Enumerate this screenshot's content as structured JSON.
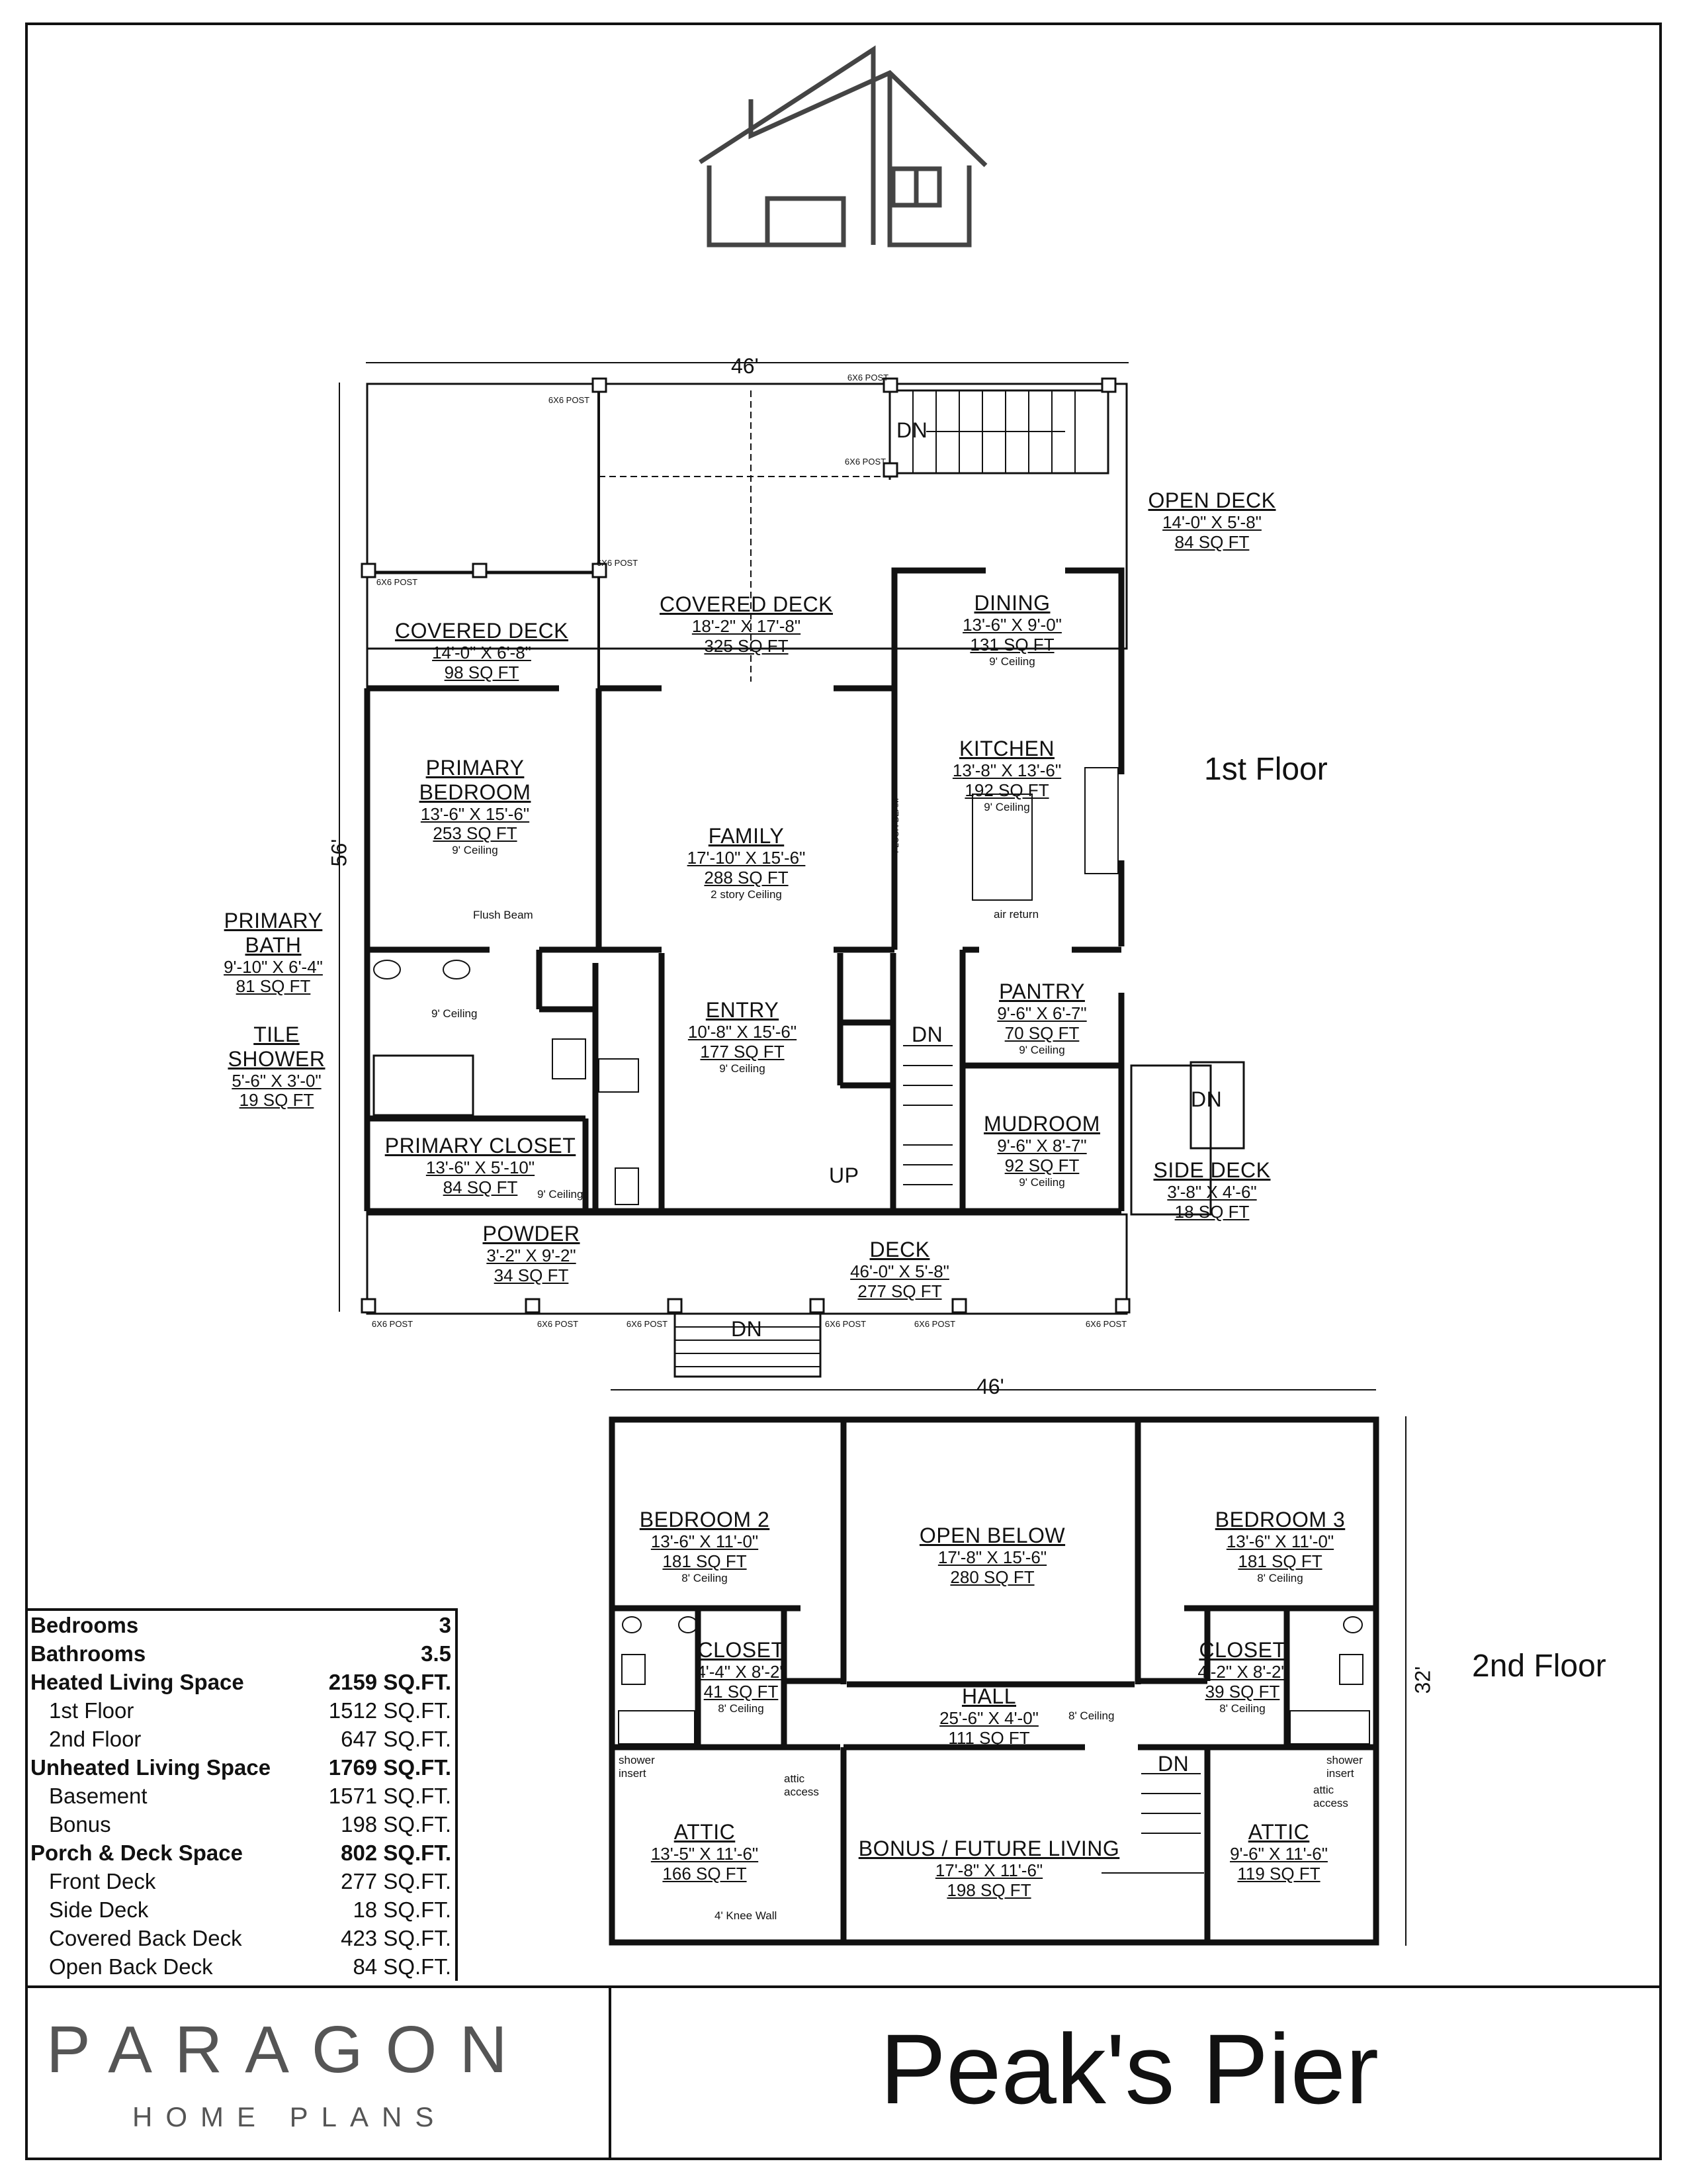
{
  "floor_labels": {
    "first": "1st Floor",
    "second": "2nd Floor"
  },
  "dimensions": {
    "first_width": "46'",
    "first_depth": "56'",
    "second_width": "46'",
    "second_depth": "32'"
  },
  "rooms_first": [
    {
      "id": "covered-deck-left",
      "name": "COVERED DECK",
      "dims": "14'-0\" X 6'-8\"",
      "sqft": "98 SQ FT",
      "ceiling": ""
    },
    {
      "id": "covered-deck-center",
      "name": "COVERED DECK",
      "dims": "18'-2\" X 17'-8\"",
      "sqft": "325 SQ FT",
      "ceiling": ""
    },
    {
      "id": "open-deck",
      "name": "OPEN DECK",
      "dims": "14'-0\" X 5'-8\"",
      "sqft": "84 SQ FT",
      "ceiling": ""
    },
    {
      "id": "dining",
      "name": "DINING",
      "dims": "13'-6\" X 9'-0\"",
      "sqft": "131 SQ FT",
      "ceiling": "9' Ceiling"
    },
    {
      "id": "kitchen",
      "name": "KITCHEN",
      "dims": "13'-8\" X 13'-6\"",
      "sqft": "192 SQ FT",
      "ceiling": "9' Ceiling"
    },
    {
      "id": "primary-bedroom",
      "name": "PRIMARY BEDROOM",
      "dims": "13'-6\" X 15'-6\"",
      "sqft": "253 SQ FT",
      "ceiling": "9' Ceiling"
    },
    {
      "id": "family",
      "name": "FAMILY",
      "dims": "17'-10\" X 15'-6\"",
      "sqft": "288 SQ FT",
      "ceiling": "2 story Ceiling"
    },
    {
      "id": "primary-bath",
      "name": "PRIMARY BATH",
      "dims": "9'-10\" X 6'-4\"",
      "sqft": "81 SQ FT",
      "ceiling": "9' Ceiling"
    },
    {
      "id": "tile-shower",
      "name": "TILE SHOWER",
      "dims": "5'-6\" X 3'-0\"",
      "sqft": "19 SQ FT",
      "ceiling": ""
    },
    {
      "id": "entry",
      "name": "ENTRY",
      "dims": "10'-8\" X 15'-6\"",
      "sqft": "177 SQ FT",
      "ceiling": "9' Ceiling"
    },
    {
      "id": "pantry",
      "name": "PANTRY",
      "dims": "9'-6\" X 6'-7\"",
      "sqft": "70 SQ FT",
      "ceiling": "9' Ceiling"
    },
    {
      "id": "mudroom",
      "name": "MUDROOM",
      "dims": "9'-6\" X 8'-7\"",
      "sqft": "92 SQ FT",
      "ceiling": "9' Ceiling"
    },
    {
      "id": "primary-closet",
      "name": "PRIMARY CLOSET",
      "dims": "13'-6\" X 5'-10\"",
      "sqft": "84 SQ FT",
      "ceiling": "9' Ceiling"
    },
    {
      "id": "powder",
      "name": "POWDER",
      "dims": "3'-2\" X 9'-2\"",
      "sqft": "34 SQ FT",
      "ceiling": ""
    },
    {
      "id": "deck",
      "name": "DECK",
      "dims": "46'-0\" X 5'-8\"",
      "sqft": "277 SQ FT",
      "ceiling": ""
    },
    {
      "id": "side-deck",
      "name": "SIDE DECK",
      "dims": "3'-8\" X 4'-6\"",
      "sqft": "18 SQ FT",
      "ceiling": ""
    }
  ],
  "rooms_second": [
    {
      "id": "bedroom-2",
      "name": "BEDROOM 2",
      "dims": "13'-6\" X 11'-0\"",
      "sqft": "181 SQ FT",
      "ceiling": "8' Ceiling"
    },
    {
      "id": "open-below",
      "name": "OPEN BELOW",
      "dims": "17'-8\" X 15'-6\"",
      "sqft": "280 SQ FT",
      "ceiling": ""
    },
    {
      "id": "bedroom-3",
      "name": "BEDROOM 3",
      "dims": "13'-6\" X 11'-0\"",
      "sqft": "181 SQ FT",
      "ceiling": "8' Ceiling"
    },
    {
      "id": "closet-left",
      "name": "CLOSET",
      "dims": "4'-4\" X 8'-2\"",
      "sqft": "41 SQ FT",
      "ceiling": "8' Ceiling"
    },
    {
      "id": "hall",
      "name": "HALL",
      "dims": "25'-6\" X 4'-0\"",
      "sqft": "111 SQ FT",
      "ceiling": "8' Ceiling"
    },
    {
      "id": "closet-right",
      "name": "CLOSET",
      "dims": "4'-2\" X 8'-2\"",
      "sqft": "39 SQ FT",
      "ceiling": "8' Ceiling"
    },
    {
      "id": "attic-left",
      "name": "ATTIC",
      "dims": "13'-5\" X 11'-6\"",
      "sqft": "166 SQ FT",
      "ceiling": ""
    },
    {
      "id": "bonus",
      "name": "BONUS / FUTURE LIVING",
      "dims": "17'-8\" X 11'-6\"",
      "sqft": "198 SQ FT",
      "ceiling": ""
    },
    {
      "id": "attic-right",
      "name": "ATTIC",
      "dims": "9'-6\" X 11'-6\"",
      "sqft": "119 SQ FT",
      "ceiling": ""
    }
  ],
  "annotations": {
    "dn": "DN",
    "up": "UP",
    "post": "6X6 POST",
    "flush_beam": "Flush Beam",
    "flush_beam_v": "FLUSH BEAM",
    "air_return": "air return",
    "shower_insert": "shower insert",
    "attic_access": "attic access",
    "knee_wall": "4' Knee Wall"
  },
  "stats": [
    {
      "label": "Bedrooms",
      "value": "3",
      "bold": true,
      "indent": false
    },
    {
      "label": "Bathrooms",
      "value": "3.5",
      "bold": true,
      "indent": false
    },
    {
      "label": "Heated Living Space",
      "value": "2159 SQ.FT.",
      "bold": true,
      "indent": false
    },
    {
      "label": "1st Floor",
      "value": "1512 SQ.FT.",
      "bold": false,
      "indent": true
    },
    {
      "label": "2nd Floor",
      "value": "647 SQ.FT.",
      "bold": false,
      "indent": true
    },
    {
      "label": "Unheated Living Space",
      "value": "1769 SQ.FT.",
      "bold": true,
      "indent": false
    },
    {
      "label": "Basement",
      "value": "1571 SQ.FT.",
      "bold": false,
      "indent": true
    },
    {
      "label": "Bonus",
      "value": "198 SQ.FT.",
      "bold": false,
      "indent": true
    },
    {
      "label": "Porch & Deck Space",
      "value": "802 SQ.FT.",
      "bold": true,
      "indent": false
    },
    {
      "label": "Front Deck",
      "value": "277 SQ.FT.",
      "bold": false,
      "indent": true
    },
    {
      "label": "Side Deck",
      "value": "18 SQ.FT.",
      "bold": false,
      "indent": true
    },
    {
      "label": "Covered Back Deck",
      "value": "423 SQ.FT.",
      "bold": false,
      "indent": true
    },
    {
      "label": "Open Back Deck",
      "value": "84 SQ.FT.",
      "bold": false,
      "indent": true
    }
  ],
  "brand": {
    "name": "PARAGON",
    "sub": "HOME PLANS"
  },
  "plan_title": "Peak's Pier"
}
